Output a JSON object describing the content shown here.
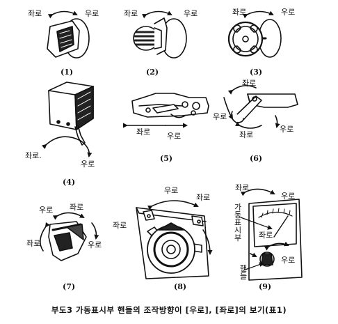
{
  "caption": "부도3 가동표시부 핸들의 조작방향이 [우로], [좌로]의 보기(표1)",
  "labels": {
    "left": "좌로",
    "right": "우로",
    "left_dot": "좌로.",
    "movable_indicator": "가동표시부",
    "handle": "핸들"
  },
  "figures": [
    "(1)",
    "(2)",
    "(3)",
    "(4)",
    "(5)",
    "(6)",
    "(7)",
    "(8)",
    "(9)"
  ]
}
